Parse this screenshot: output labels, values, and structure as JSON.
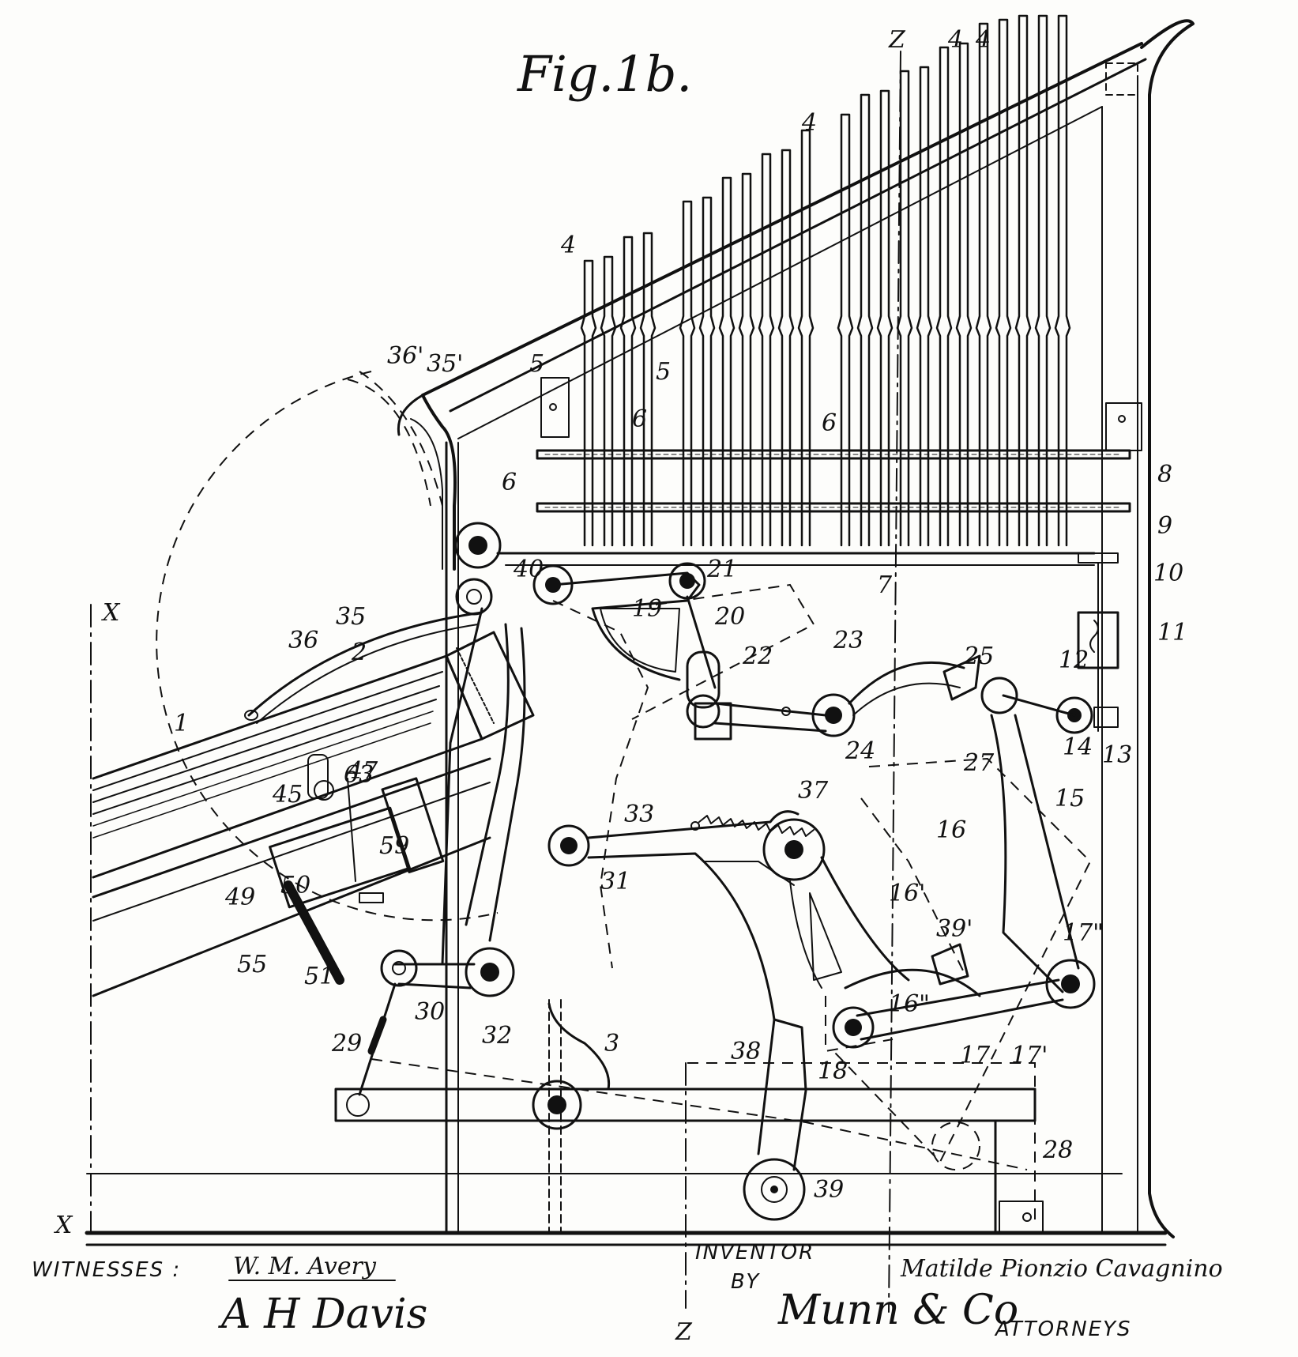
{
  "figure": {
    "title": "Fig.1b."
  },
  "part_labels": [
    "1",
    "2",
    "35",
    "36",
    "36'",
    "35'",
    "4",
    "4",
    "4",
    "4",
    "5",
    "5",
    "6",
    "6",
    "6",
    "7",
    "8",
    "9",
    "10",
    "11",
    "12",
    "13",
    "14",
    "15",
    "16",
    "16'",
    "16\"",
    "17",
    "17'",
    "17\"",
    "18",
    "19",
    "20",
    "21",
    "22",
    "23",
    "24",
    "25",
    "27",
    "3",
    "28",
    "29",
    "30",
    "31",
    "32",
    "33",
    "37",
    "38",
    "39",
    "39'",
    "40",
    "45",
    "47",
    "49",
    "50",
    "51",
    "55",
    "59",
    "63"
  ],
  "section_marks": {
    "x_top": "X",
    "x_bottom": "X",
    "z_top": "Z",
    "z_bottom": "Z"
  },
  "footer": {
    "witnesses_label": "WITNESSES :",
    "witness_1": "W. M. Avery",
    "witness_2": "A H Davis",
    "inventor_label": "INVENTOR",
    "inventor_name": "Matilde Pionzio Cavagnino",
    "by_label": "BY",
    "attorney_name": "Munn & Co",
    "attorneys_label": "ATTORNEYS"
  }
}
